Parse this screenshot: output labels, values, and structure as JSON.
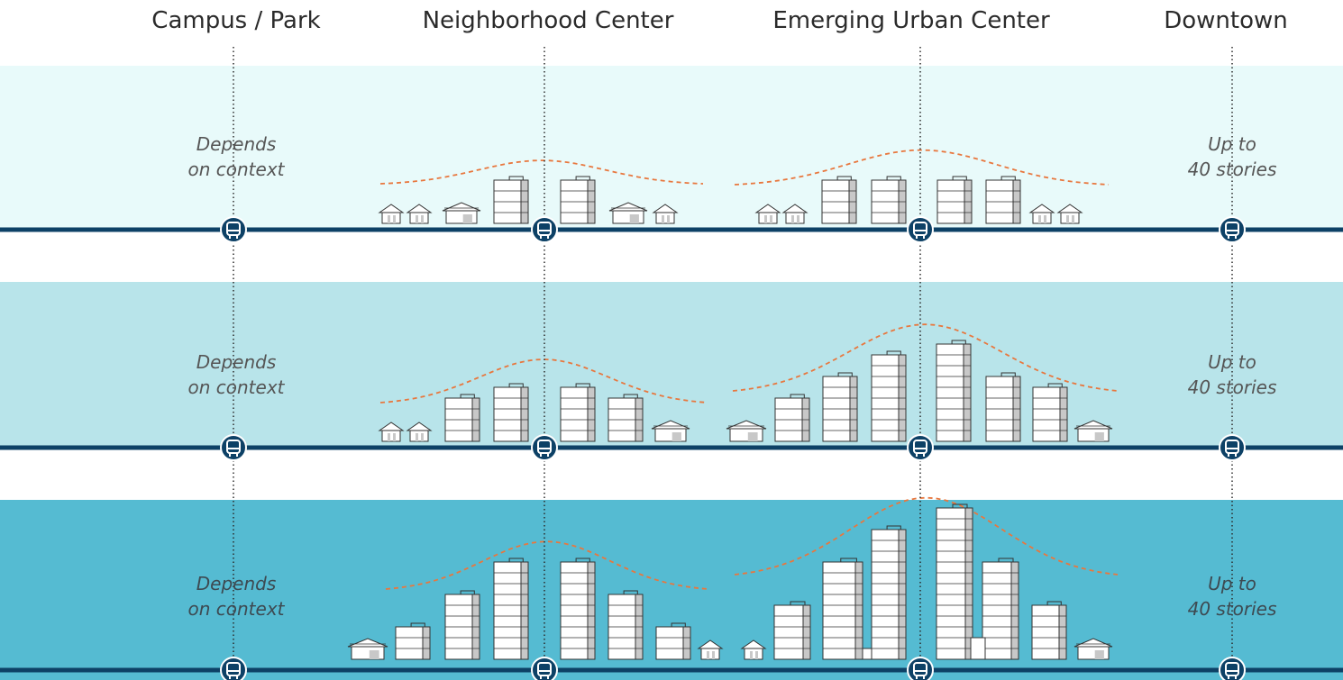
{
  "columns": [
    {
      "title": "Campus / Park"
    },
    {
      "title": "Neighborhood Center"
    },
    {
      "title": "Emerging Urban Center"
    },
    {
      "title": "Downtown"
    }
  ],
  "bands": [
    {
      "campus_label_1": "Depends",
      "campus_label_2": "on context",
      "downtown_label_1": "Up to",
      "downtown_label_2": "40 stories",
      "fill": "#e8fafa"
    },
    {
      "campus_label_1": "Depends",
      "campus_label_2": "on context",
      "downtown_label_1": "Up to",
      "downtown_label_2": "40 stories",
      "fill": "#b8e4ea"
    },
    {
      "campus_label_1": "Depends",
      "campus_label_2": "on context",
      "downtown_label_1": "Up to",
      "downtown_label_2": "40 stories",
      "fill": "#55bbd2"
    }
  ],
  "colors": {
    "transit_line": "#0d4166",
    "height_curve": "#e8773e",
    "building_fill": "#ffffff",
    "building_shade": "#c8c8c8",
    "building_stroke": "#333333",
    "label_text": "#555555"
  },
  "icons": {
    "stop": "bus-icon"
  }
}
